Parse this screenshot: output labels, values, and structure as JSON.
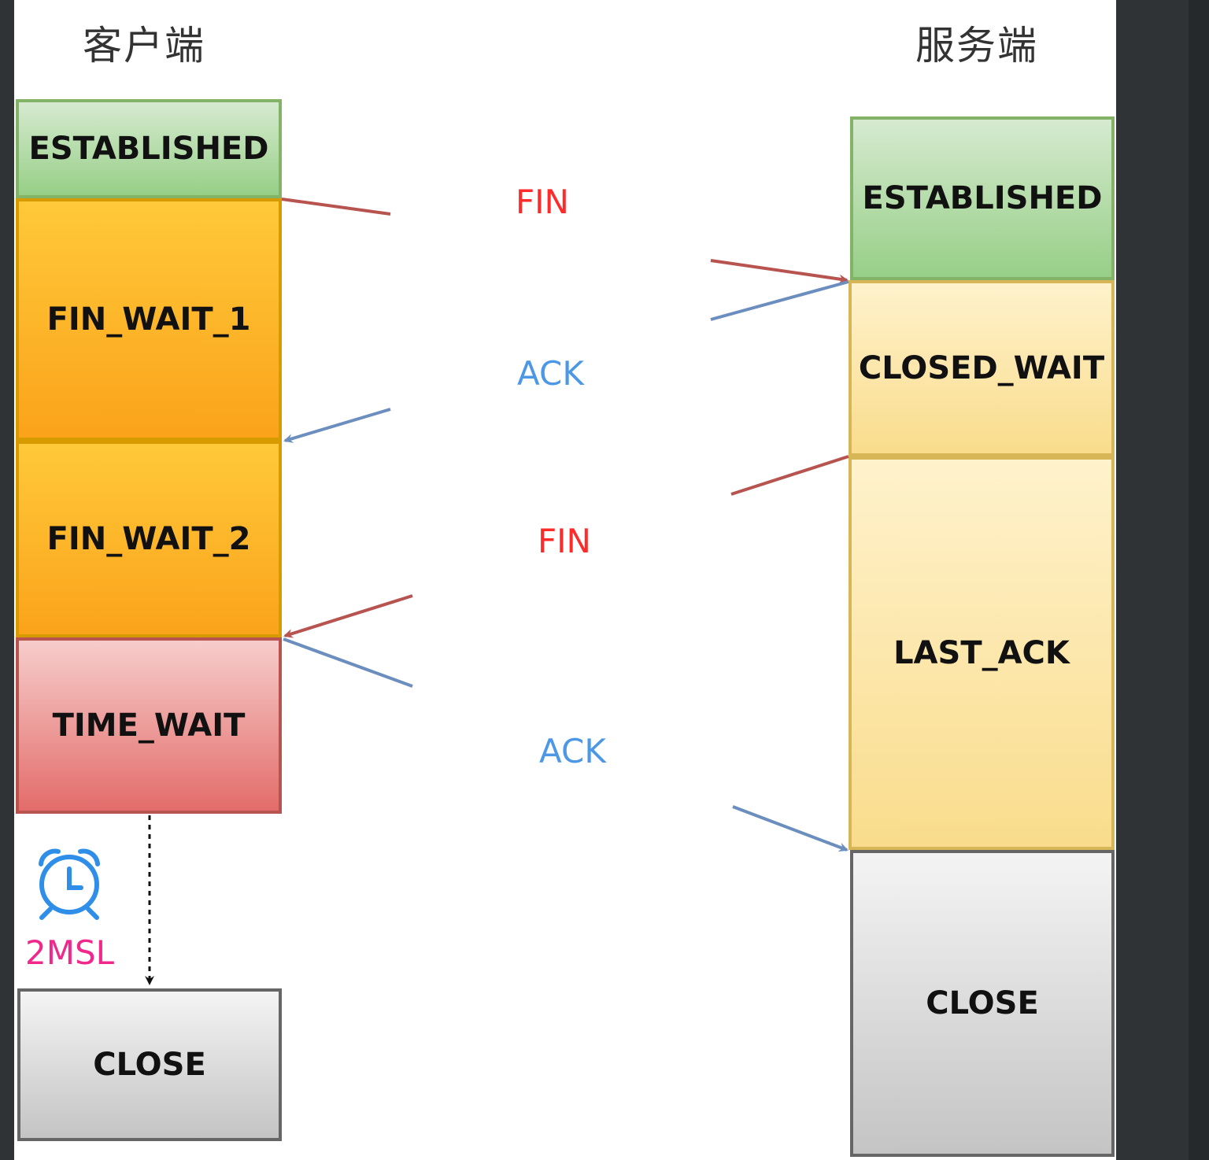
{
  "titles": {
    "client": "客户端",
    "server": "服务端"
  },
  "client_states": {
    "established": "ESTABLISHED",
    "fin_wait_1": "FIN_WAIT_1",
    "fin_wait_2": "FIN_WAIT_2",
    "time_wait": "TIME_WAIT",
    "close": "CLOSE"
  },
  "server_states": {
    "established": "ESTABLISHED",
    "closed_wait": "CLOSED_WAIT",
    "last_ack": "LAST_ACK",
    "close": "CLOSE"
  },
  "messages": {
    "fin_1": "FIN",
    "ack_1": "ACK",
    "fin_2": "FIN",
    "ack_2": "ACK"
  },
  "timer": {
    "label": "2MSL",
    "icon": "alarm-clock-icon"
  },
  "colors": {
    "fin": "#ff2b2b",
    "ack": "#4d98e6",
    "fin_arrow": "#b85450",
    "ack_arrow": "#6c8ebf",
    "timer_label": "#f0288c",
    "clock": "#2f8fe8"
  }
}
